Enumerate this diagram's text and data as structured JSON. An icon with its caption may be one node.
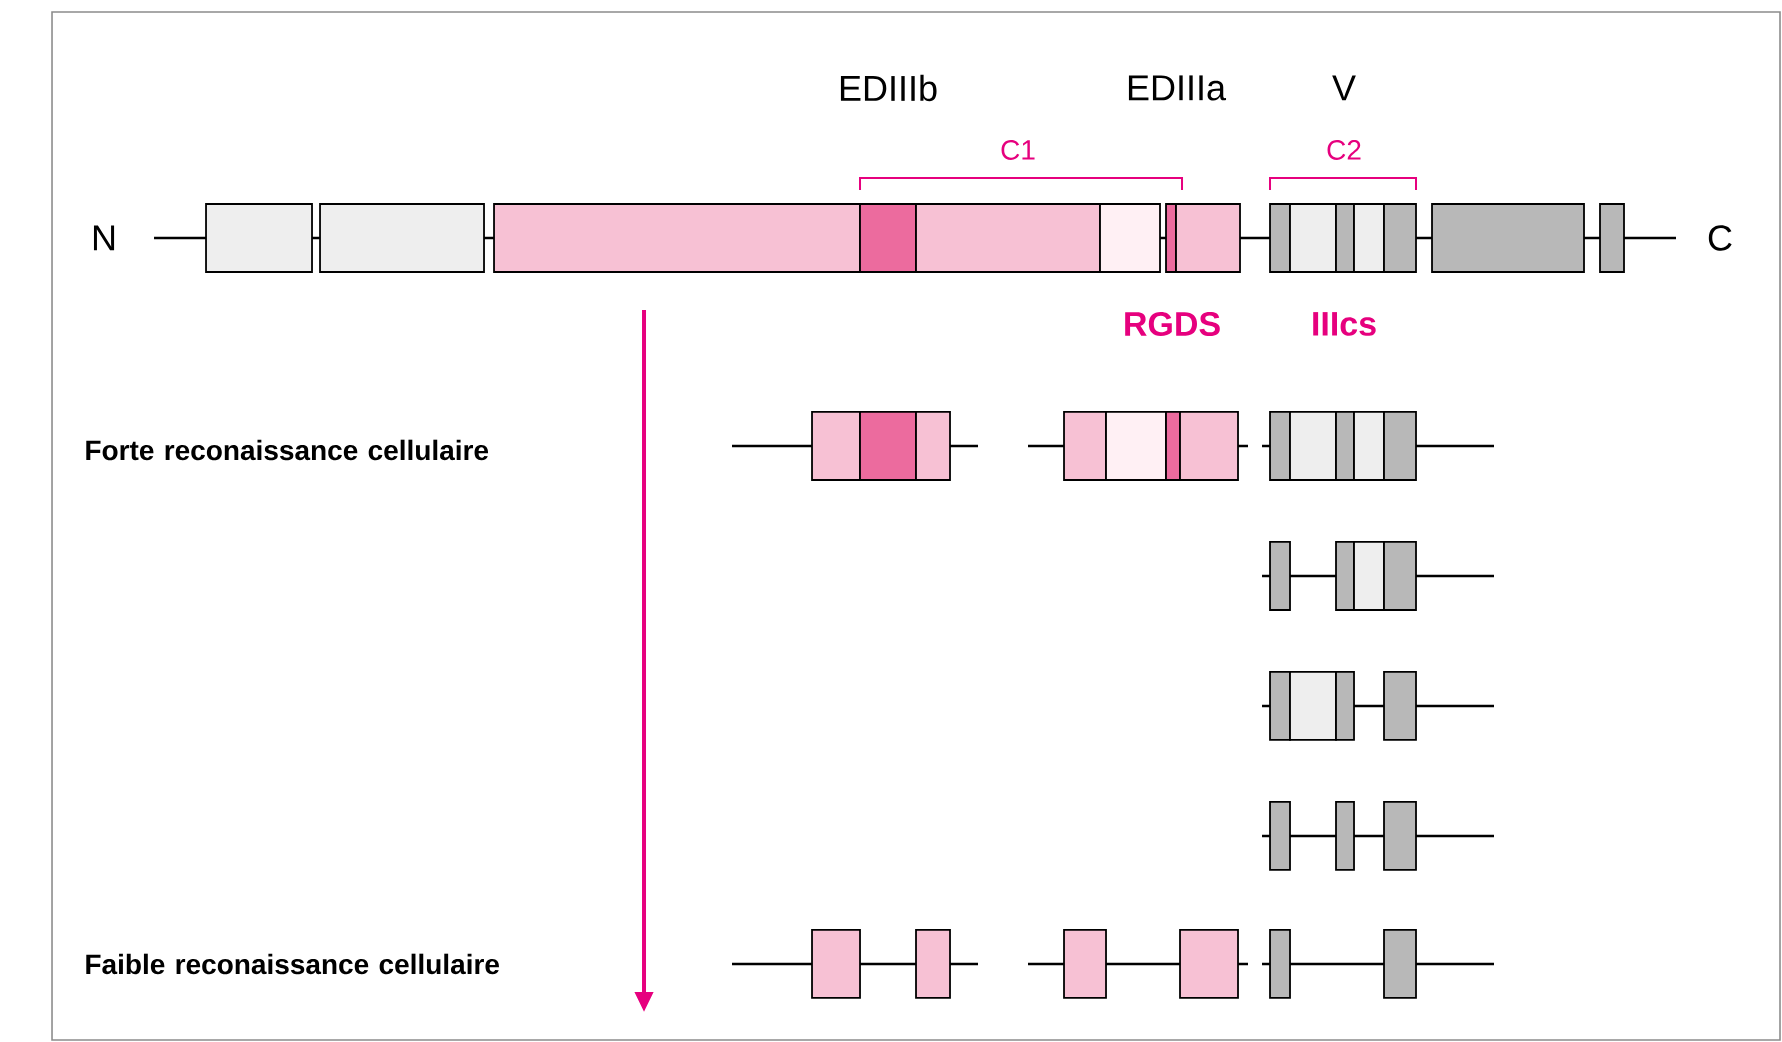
{
  "diagram": {
    "labels": [
      "EDIIIb",
      "EDIIIa",
      "V",
      "C1",
      "C2",
      "N",
      "C",
      "RGDS",
      "IIIcs",
      "Forte reconaissance cellulaire",
      "Faible reconaissance cellulaire"
    ]
  }
}
